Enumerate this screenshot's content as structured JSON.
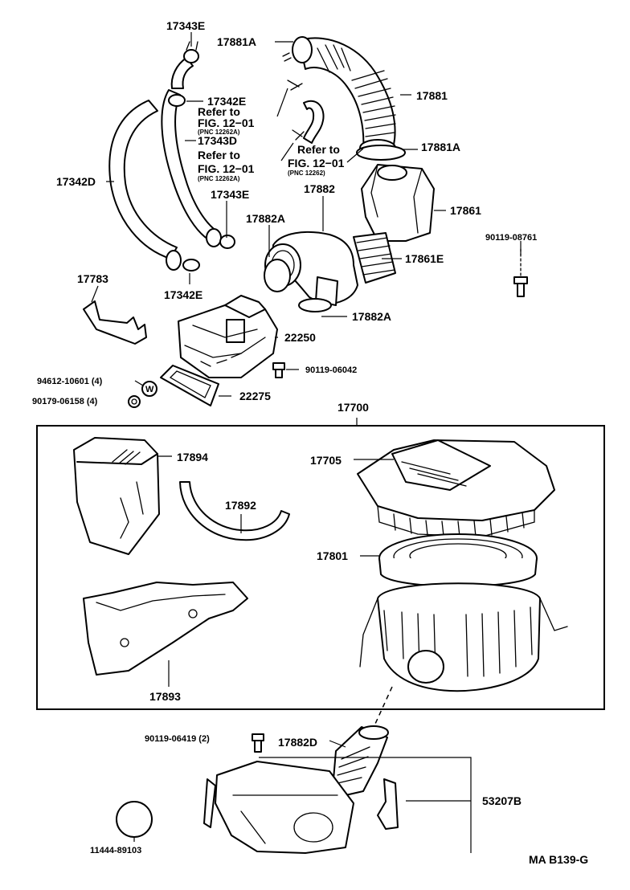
{
  "labels": {
    "p17343E_top": "17343E",
    "p17881A_top": "17881A",
    "p17342E_top": "17342E",
    "refer1_line1": "Refer to",
    "refer1_line2": "FIG. 12−01",
    "refer1_pnc": "(PNC 12262A)",
    "p17343D": "17343D",
    "refer2_line1": "Refer to",
    "refer2_line2": "FIG. 12−01",
    "refer2_pnc": "(PNC 12262A)",
    "p17881": "17881",
    "refer3_line1": "Refer to",
    "refer3_line2": "FIG. 12−01",
    "refer3_pnc": "(PNC 12262)",
    "p17881A_mid": "17881A",
    "p17342D": "17342D",
    "p17882": "17882",
    "p17343E_mid": "17343E",
    "p17882A_top": "17882A",
    "p17861": "17861",
    "p90119_08761": "90119-08761",
    "p17861E": "17861E",
    "p17783": "17783",
    "p17342E_bot": "17342E",
    "p17882A_bot": "17882A",
    "p22250": "22250",
    "p90119_06042": "90119-06042",
    "p94612_10601": "94612-10601 (4)",
    "p90179_06158": "90179-06158 (4)",
    "washer_letter": "W",
    "p22275": "22275",
    "p17700": "17700",
    "p17894": "17894",
    "p17705": "17705",
    "p17892": "17892",
    "p17801": "17801",
    "p17893": "17893",
    "p90119_06419": "90119-06419 (2)",
    "p17882D": "17882D",
    "p53207B": "53207B",
    "p11444_89103": "11444-89103",
    "footer_code": "MA B139-G"
  }
}
